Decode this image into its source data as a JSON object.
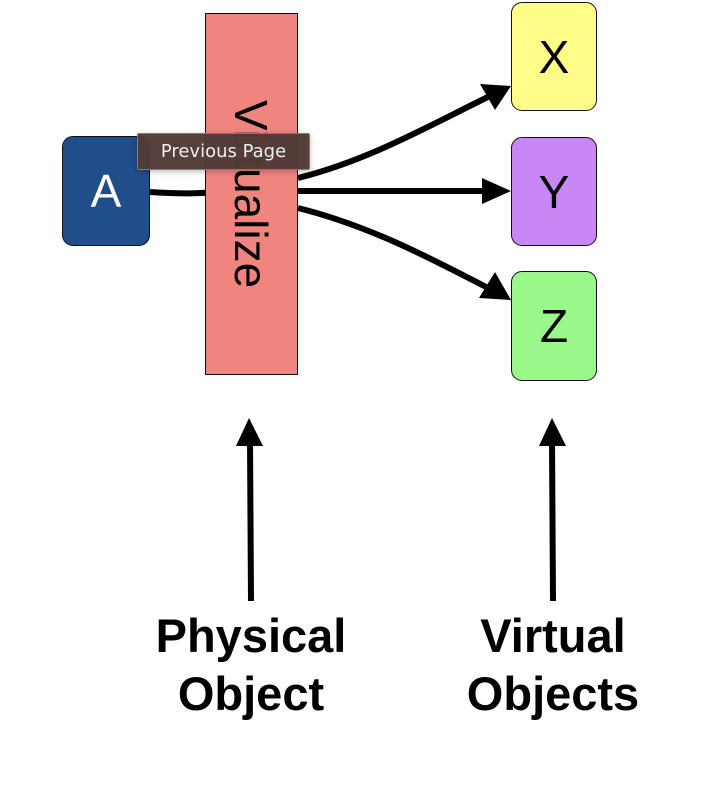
{
  "diagram": {
    "nodes": {
      "a": {
        "label": "A",
        "color": "#1f4e8a"
      },
      "virtualize": {
        "label": "Virtualize",
        "color": "#f08580"
      },
      "x": {
        "label": "X",
        "color": "#fffd88"
      },
      "y": {
        "label": "Y",
        "color": "#c987f5"
      },
      "z": {
        "label": "Z",
        "color": "#99f889"
      }
    },
    "edges": [
      {
        "from": "A",
        "to": "Virtualize"
      },
      {
        "from": "Virtualize",
        "to": "X"
      },
      {
        "from": "Virtualize",
        "to": "Y"
      },
      {
        "from": "Virtualize",
        "to": "Z"
      }
    ],
    "captions": {
      "physical": {
        "line1": "Physical",
        "line2": "Object"
      },
      "virtual": {
        "line1": "Virtual",
        "line2": "Objects"
      }
    }
  },
  "tooltip": {
    "text": "Previous Page"
  }
}
